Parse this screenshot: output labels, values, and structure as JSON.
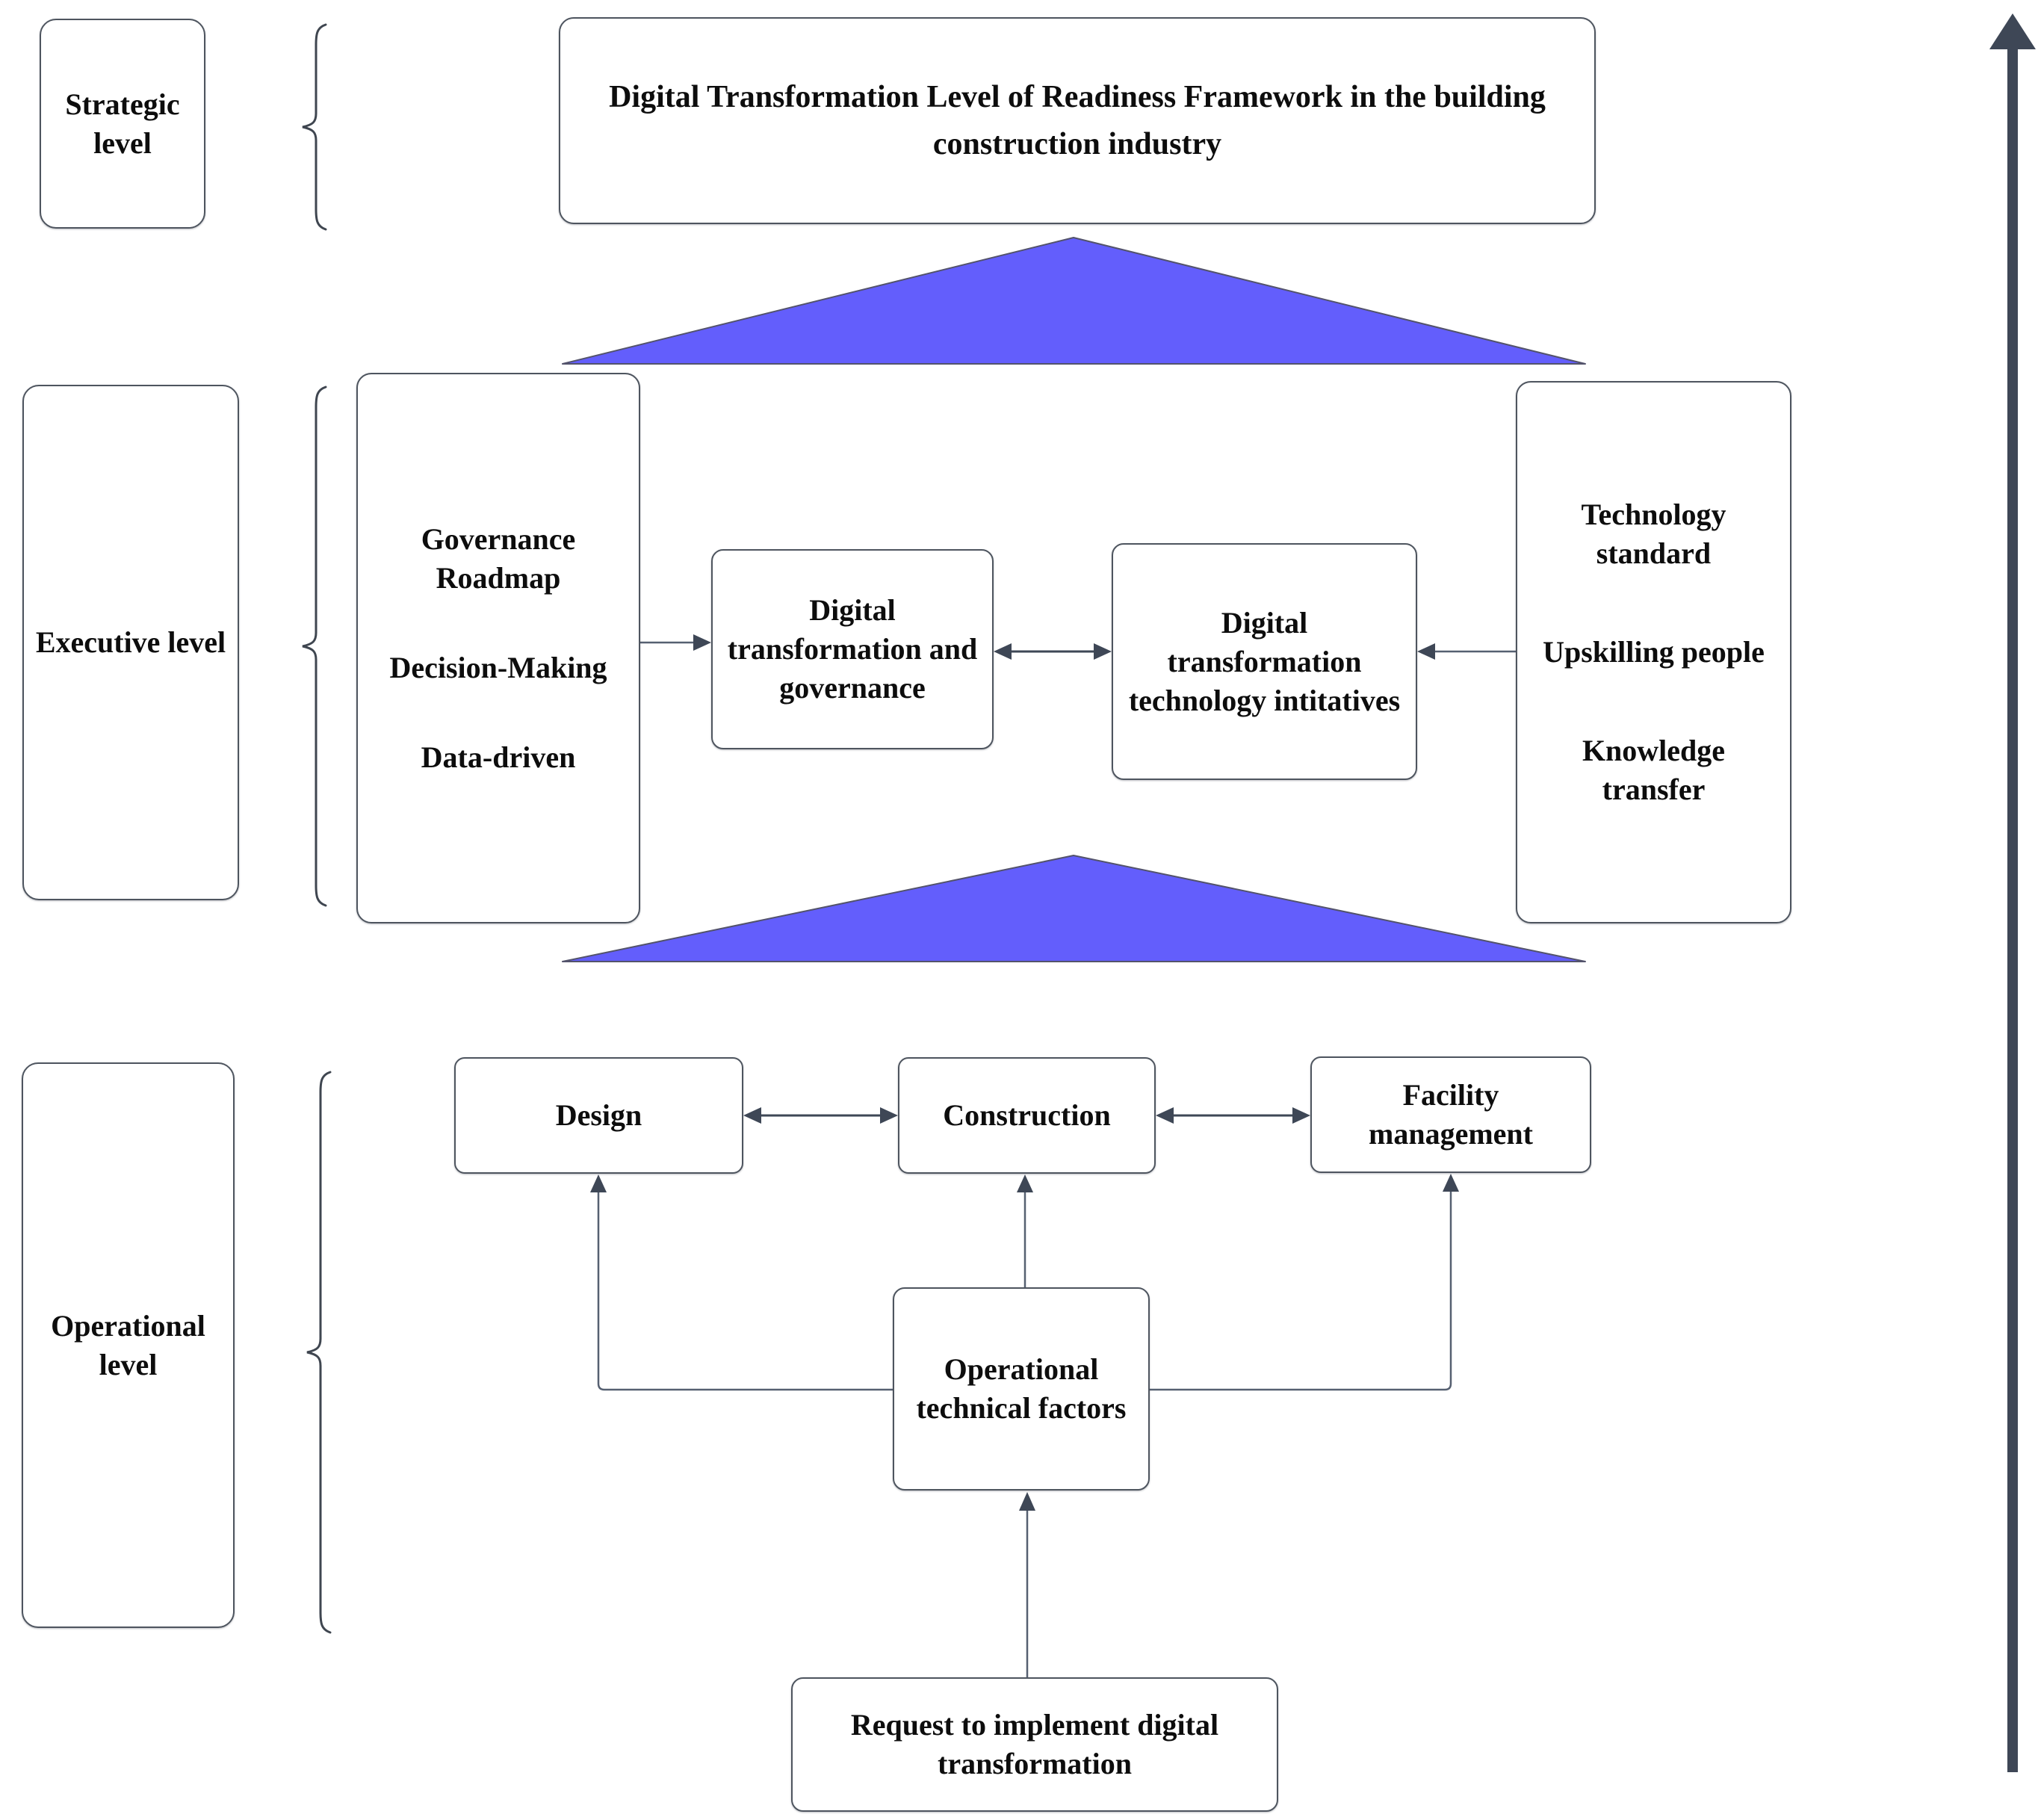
{
  "diagram": {
    "title": "Digital Transformation Level of Readiness Framework in the building construction industry",
    "levels": {
      "strategic": "Strategic level",
      "executive": "Executive level",
      "operational": "Operational level"
    },
    "executive_row": {
      "governance_pillars": [
        "Governance Roadmap",
        "Decision-Making",
        "Data-driven"
      ],
      "governance_center_box": "Digital transformation and governance",
      "technology_center_box": "Digital transformation technology intitatives",
      "technology_pillars": [
        "Technology standard",
        "Upskilling people",
        "Knowledge transfer"
      ]
    },
    "operational_row": {
      "phases": [
        "Design",
        "Construction",
        "Facility management"
      ],
      "factors_box": "Operational technical factors",
      "request_box": "Request to implement digital transformation"
    },
    "colors": {
      "triangle_fill": "#635EFC",
      "arrow_dark": "#3E4756",
      "connector_line": "#566071",
      "box_border": "#4E555F"
    }
  }
}
